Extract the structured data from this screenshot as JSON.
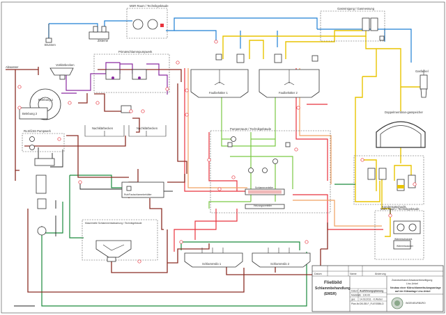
{
  "labels": {
    "abwasser": "Abwasser",
    "brunnen": "Brunnen",
    "zisterne": "Zisterne",
    "msr_top": "MSR Raum / Technikgebäude",
    "gasreinigung": "Gasreinigung / Gasmessung",
    "gasfackel": "Gasfackel",
    "vorklaer": "Vorklärbecken",
    "pumpen1": "Primärschlammpumpwerk",
    "belebung1": "Belebung 1",
    "belebung2": "Belebung 2",
    "nachklaer1": "Nachklärbecken",
    "nachklaer2": "Nachklärbecken",
    "rls": "RLS/ÜSS Pumpwerk",
    "faulbehaelter1": "Faulbehälter 1",
    "faulbehaelter2": "Faulbehälter 2",
    "pumpenraum": "Pumpenraum / Technikgebäude",
    "doppelmembran": "Doppelmembran-gasspeicher",
    "waermetauscher": "Wärmetauscher",
    "heizungsverteiler": "Heizungsverteiler",
    "kondensat": "Kondensatschacht",
    "msr_right": "MSR Raum / Technikgebäude",
    "waermekraft": "Wärmeschutzanl.",
    "schlammverteiler": "Schlammverteiler",
    "mischbehaelter": "Ruh/Faulschlammbehälter",
    "maschinelle": "Maschinelle Schlammentwässerung / Technikgebäude",
    "schlammsilo1": "Schlammsilo 1",
    "schlammsilo2": "Schlammsilo 2"
  },
  "title_block": {
    "fliessbild": "Fließbild",
    "schlammbehandlung": "Schlammbehandlung",
    "emsr": "(EMSR)",
    "client_line1": "Zweckverband Abwasserbeseitigung",
    "client_line2": "Linz-Unkel",
    "project_line1": "Neubau einer Klärschlammfaulungsanlage",
    "project_line2": "auf der Kläranlage Linz-Unkel",
    "row1_label": "Datum",
    "row1_value": "Ausführungsplanung",
    "row2_label": "Maßstab",
    "row2_value": "1 : 100.00",
    "row3_label": "gez.",
    "row3_value": "14.03.2011 · K.Weber",
    "row4_label": "Plan-Nr.",
    "row4_value": "DB-SB-F_FLIESSBILD",
    "col_datum": "Datum",
    "col_name": "Name",
    "col_aenderung": "Änderung",
    "logo_text": "INGENIEURBÜRO"
  },
  "colors": {
    "sludge": "#8a2c24",
    "water": "#1e7fd4",
    "gas": "#e8c400",
    "heat_flow": "#e8323c",
    "heat_return": "#f0a060",
    "process": "#8a2aa0",
    "pressure": "#7ac943",
    "drain": "#1a8a3c",
    "power": "#222222"
  }
}
